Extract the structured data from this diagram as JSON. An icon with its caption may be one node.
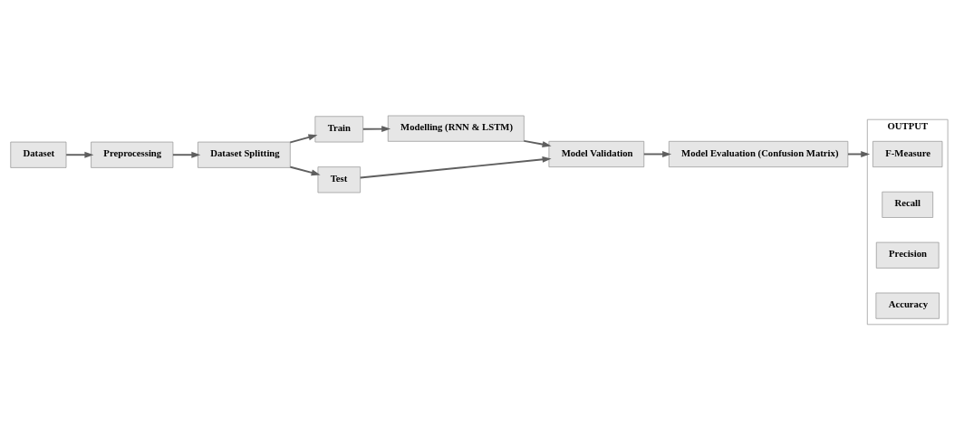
{
  "diagram": {
    "nodes": [
      {
        "text": [
          "Dataset"
        ]
      },
      {
        "text": [
          "Preprocessing"
        ]
      },
      {
        "text": [
          "Dataset Splitting"
        ]
      },
      {
        "text": [
          "Train"
        ]
      },
      {
        "text": [
          "Modelling (RNN & LSTM)"
        ]
      },
      {
        "text": [
          "Model Validation"
        ]
      },
      {
        "text": [
          "Test"
        ]
      },
      {
        "text": [
          "Model Evaluation (Confusion Matrix)"
        ]
      },
      {
        "text": [
          "OUTPUT"
        ]
      },
      {
        "text": [
          "Accuracy"
        ],
        "in": 8
      },
      {
        "text": [
          "Precision"
        ],
        "in": 8
      },
      {
        "text": [
          "Recall"
        ],
        "in": 8
      },
      {
        "text": [
          "F-Measure"
        ],
        "in": 8
      }
    ],
    "edges": [
      {
        "from": 0,
        "to": 1,
        "arrow": "to"
      },
      {
        "from": 1,
        "to": 2,
        "arrow": "to"
      },
      {
        "from": 2,
        "to": 3,
        "arrow": "to"
      },
      {
        "from": 2,
        "to": 6,
        "arrow": "to"
      },
      {
        "from": 3,
        "to": 4,
        "arrow": "to"
      },
      {
        "from": 4,
        "to": 5,
        "arrow": "to"
      },
      {
        "from": 6,
        "to": 5,
        "arrow": "to"
      },
      {
        "from": 5,
        "to": 7,
        "arrow": "to"
      },
      {
        "from": 7,
        "to": 8,
        "arrow": "to"
      }
    ]
  }
}
